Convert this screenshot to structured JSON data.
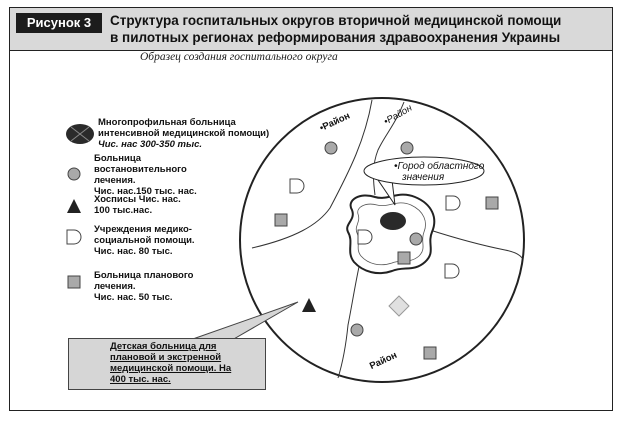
{
  "figure": {
    "label": "Рисунок 3",
    "title_line1": "Структура госпитальных округов вторичной медицинской помощи",
    "title_line2": "в пилотных регионах реформирования здравоохранения Украины",
    "subtitle": "Образец создания госпитального округа"
  },
  "legend": [
    {
      "icon": "crossed-circle-icon",
      "lines": [
        "Многопрофильная больница",
        "интенсивной медицинской помощи)"
      ],
      "italic_line": "Чис. нас 300-350 тыс."
    },
    {
      "icon": "grey-circle-icon",
      "lines": [
        "Больница",
        "востановительного",
        "лечения.",
        " Чис. нас.150 тыс. нас."
      ]
    },
    {
      "icon": "black-triangle-icon",
      "lines": [
        "Хосписы Чис. нас.",
        "100 тыс.нас."
      ]
    },
    {
      "icon": "d-shape-icon",
      "lines": [
        "Учреждения медико-",
        "социальной помощи.",
        "Чис. нас. 80 тыс."
      ]
    },
    {
      "icon": "grey-square-icon",
      "lines": [
        "Больница планового",
        "лечения.",
        "Чис. нас. 50 тыс."
      ]
    }
  ],
  "labels": {
    "district_1": "•Район",
    "district_2": "•Район",
    "district_3": "Район",
    "city_line1": "•Город областного",
    "city_line2": "значения"
  },
  "callout": {
    "lines": [
      " Детская больница для",
      "плановой и экстренной",
      "медицинской помощи. На",
      "400 тыс. нас."
    ]
  },
  "colors": {
    "header_bg": "#d9d9d9",
    "label_bg": "#1c1c1c",
    "marker_grey": "#a9a9a9",
    "dark": "#222222"
  }
}
